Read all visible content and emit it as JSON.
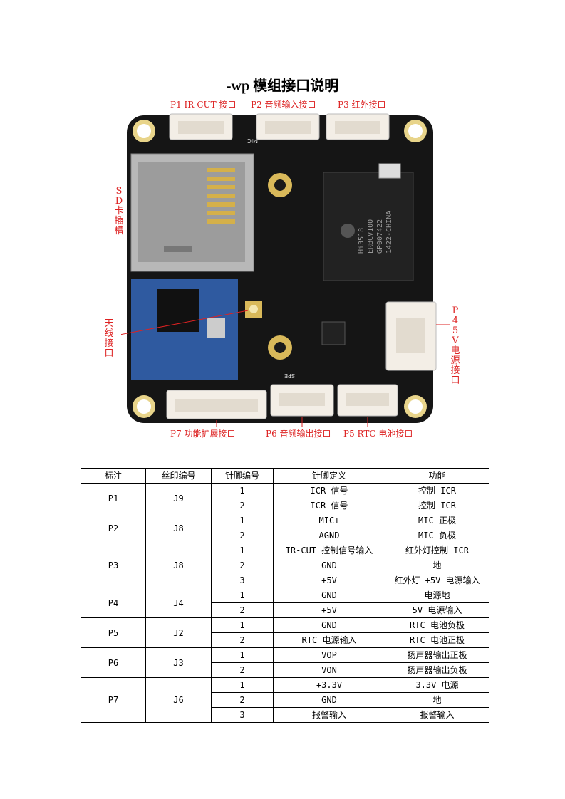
{
  "title": "-wp 模组接口说明",
  "labels": {
    "p1": "P1 IR-CUT 接口",
    "p2": "P2  音频输入接口",
    "p3": "P3  红外接口",
    "sd": "SD卡插槽",
    "antenna": "天线接口",
    "p4": "P4 5V 电源接口",
    "p7": "P7  功能扩展接口",
    "p6": "P6  音频输出接口",
    "p5": "P5 RTC 电池接口"
  },
  "board": {
    "chip_text": [
      "Hi3518",
      "ERBCV100",
      "GP007422",
      "1422-CHINA"
    ],
    "silk_mic": "MIC",
    "silk_spe": "SPE"
  },
  "table": {
    "headers": [
      "标注",
      "丝印编号",
      "针脚编号",
      "针脚定义",
      "功能"
    ],
    "groups": [
      {
        "mark": "P1",
        "silk": "J9",
        "rows": [
          {
            "pin": "1",
            "def": "ICR 信号",
            "func": "控制 ICR"
          },
          {
            "pin": "2",
            "def": "ICR 信号",
            "func": "控制 ICR"
          }
        ]
      },
      {
        "mark": "P2",
        "silk": "J8",
        "rows": [
          {
            "pin": "1",
            "def": "MIC+",
            "func": "MIC 正极"
          },
          {
            "pin": "2",
            "def": "AGND",
            "func": "MIC  负极"
          }
        ]
      },
      {
        "mark": "P3",
        "silk": "J8",
        "rows": [
          {
            "pin": "1",
            "def": "IR-CUT 控制信号输入",
            "func": "红外灯控制 ICR"
          },
          {
            "pin": "2",
            "def": "GND",
            "func": "地"
          },
          {
            "pin": "3",
            "def": "+5V",
            "func": "红外灯 +5V 电源输入"
          }
        ]
      },
      {
        "mark": "P4",
        "silk": "J4",
        "rows": [
          {
            "pin": "1",
            "def": "GND",
            "func": "电源地"
          },
          {
            "pin": "2",
            "def": "+5V",
            "func": "5V 电源输入"
          }
        ]
      },
      {
        "mark": "P5",
        "silk": "J2",
        "rows": [
          {
            "pin": "1",
            "def": "GND",
            "func": "RTC 电池负极"
          },
          {
            "pin": "2",
            "def": "RTC 电源输入",
            "func": "RTC 电池正极"
          }
        ]
      },
      {
        "mark": "P6",
        "silk": "J3",
        "rows": [
          {
            "pin": "1",
            "def": "VOP",
            "func": "扬声器输出正极"
          },
          {
            "pin": "2",
            "def": "VON",
            "func": "扬声器输出负极"
          }
        ]
      },
      {
        "mark": "P7",
        "silk": "J6",
        "rows": [
          {
            "pin": "1",
            "def": "+3.3V",
            "func": "3.3V 电源"
          },
          {
            "pin": "2",
            "def": "GND",
            "func": "地"
          },
          {
            "pin": "3",
            "def": "报警输入",
            "func": "报警输入"
          }
        ]
      }
    ]
  }
}
